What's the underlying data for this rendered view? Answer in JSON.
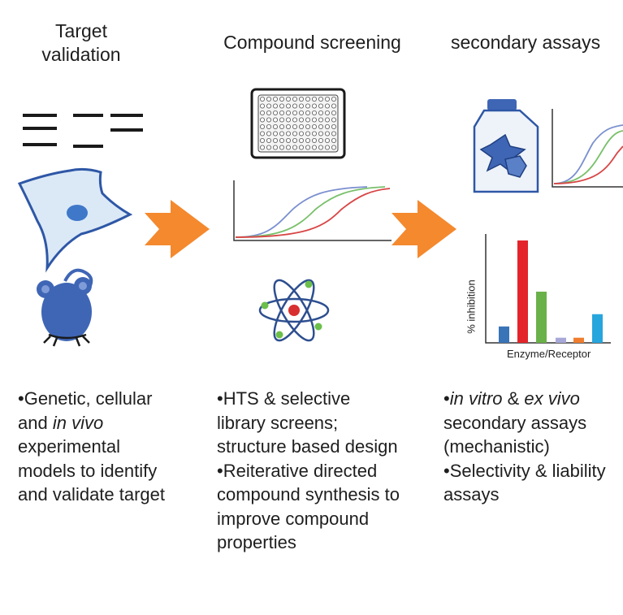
{
  "headers": {
    "target": [
      "Target",
      "validation"
    ],
    "screening": "Compound screening",
    "secondary": "secondary assays"
  },
  "bar_chart": {
    "ylabel": "% inhibition",
    "xlabel": "Enzyme/Receptor",
    "values": [
      0.16,
      1.0,
      0.5,
      0.05,
      0.05,
      0.28
    ],
    "colors": [
      "#3a74b8",
      "#e3242b",
      "#6bb14a",
      "#a8a8d8",
      "#f07d2e",
      "#27a6dd"
    ]
  },
  "curve_colors": [
    "#7a8fd0",
    "#78c06a",
    "#d84545"
  ],
  "arrow_color": "#f4892e",
  "icon_blue": "#3f66b5",
  "text": {
    "target": [
      "•Genetic, cellular",
      {
        "pre": "and ",
        "em": "in vivo"
      },
      "experimental",
      "models to identify",
      "and validate target"
    ],
    "screening": [
      "•HTS & selective",
      "library screens;",
      "structure based design",
      "•Reiterative directed",
      "compound synthesis to",
      "improve compound",
      "properties"
    ],
    "secondary": {
      "line1": {
        "bullet": "•",
        "em1": "in vitro",
        "mid": " & ",
        "em2": "ex vivo"
      },
      "rest": [
        "secondary assays",
        "(mechanistic)",
        "•Selectivity & liability",
        "assays"
      ]
    }
  }
}
